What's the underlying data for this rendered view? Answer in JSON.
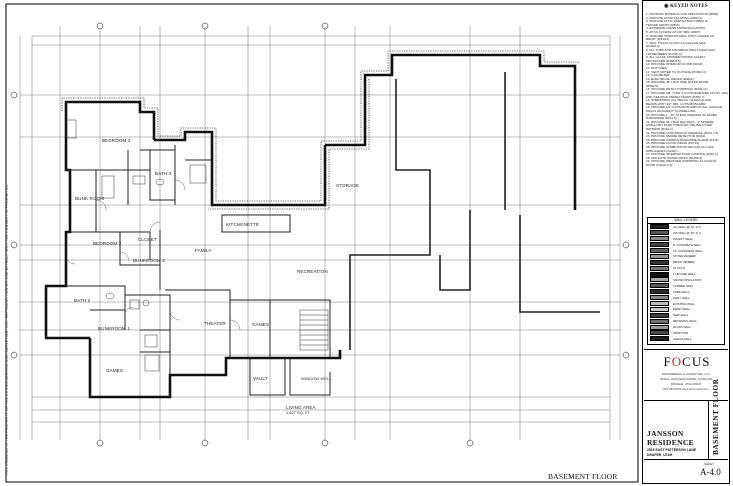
{
  "sheet": {
    "title": "BASEMENT FLOOR",
    "side_disclaimer": "THIS DRAWING IS THE PROPERTY OF FOCUS ENGINEERING AND SURVEYING, LLC. REPRODUCTION OR USE WITHOUT WRITTEN CONSENT IS PROHIBITED."
  },
  "plan": {
    "rooms": {
      "bedroom3": "BEDROOM 3",
      "bath3": "BATH 3",
      "bunk_room": "BUNK ROOM",
      "bedroom2": "BEDROOM 2",
      "bunkroom2": "BUNKROOM 2",
      "closet": "CLOSET",
      "bath2": "BATH 2",
      "bunkroom1": "BUNKROOM 1",
      "family": "FAMILY",
      "kitchenette": "KITCHENETTE",
      "storage": "STORAGE",
      "recreation": "RECREATION",
      "theater": "THEATER",
      "games_left": "GAMES",
      "games_center": "GAMES",
      "vault": "VAULT",
      "window_well": "WINDOW WELL",
      "living_area": "LIVING AREA",
      "living_area_sf": "1,827 SQ. FT."
    }
  },
  "keyed_notes": {
    "heading": "KEYED NOTES",
    "items": [
      "1. ROOFING MATERIAL AND APPLICATION (R905)",
      "2. PROVIDE ROOF FLASHING (R903.2)",
      "3. PROVIDE ATTIC VENTILATION (R806) w/",
      "   TESTED VENTS (R806)",
      "4. EXTERIOR FINISH MATERIALS (R703)",
      "5. ATTIC ACCESS 22\"x30\" MIN. (R807)",
      "6. PROVIDE WINDOW WELL WITH LADDER AS",
      "   REQ'D. (R310.2)",
      "7. MAX. TOILET FLUSH 1.6 GALLON MAX.",
      "   (P2903.2)",
      "8. ALL TUBS AND SHOWERS SHALL HAVE MAX.",
      "   120 DEGREES (P2708.4)",
      "9. ALL GLASS SHOWER DOORS SAFETY",
      "   PROTECTED (R308.4.5)",
      "10. PROVIDE INTERIOR FLOOR DRAIN",
      "11. NOT USED",
      "12. VENT DRYER TO OUTSIDE (M1502.4)",
      "13. GAS METER",
      "14. ELECTRICAL METER (E3601)",
      "15. PROVIDE 48\" HIGH FIRE RATED DOOR",
      "   (R302.5)",
      "16. PROVIDE DRAFT STOPPING (R302.12)",
      "17. PROVIDE 5/8\" TYPE X GYPSUM BOARD ON ALL WALLS",
      "   AND CEILINGS UNDER STAIRS (R302.7)",
      "18. SHEETROCK ALL WALLS, CEILINGS AND",
      "   BEAMS WITH 1/2\" MIN. GYPSUM BOARD",
      "19. PROVIDE 1/2\" GYPSUM BOARD AT ALL GARAGE",
      "   WALLS ADJACENT TO DWELLING",
      "20. PROVIDE 1 - 36\" CLEAR OPENING W/ LEVER",
      "   HARDWARE (R311.2)",
      "21. PROVIDE 36\" HIGH RAILINGS - 4\" SPHERE",
      "   SHALL NOT PASS THROUGH THE BALUSTER",
      "   PATTERN (R312.1)",
      "22. PROVIDE CONTINUOUS HANDRAIL (R311.7.8)",
      "23. PROVIDE SMOKE DETECTOR (R314)",
      "24. PROVIDE CARBON MONOXIDE ALARM (R315)",
      "25. PROVIDE FLOOR DRAIN (P2719)",
      "26. PROVIDE COMBUSTION AIR FOR ALL GAS",
      "   APPLIANCES (G2407)",
      "27. PROVIDE INTERIOR FOOD LANDING (R311.3)",
      "28. INSULATE WATER PIPES (N1103.5)",
      "29. PROVIDE WEATHER STRIPPING AT ACCESS",
      "   DOOR (N1102.4.4)"
    ]
  },
  "legend": {
    "title": "WALL LEGEND",
    "entries": [
      {
        "label": "2x4 WALL @ 16\" O.C.",
        "color": "#222222"
      },
      {
        "label": "2x6 WALL @ 16\" O.C.",
        "color": "#555555"
      },
      {
        "label": "2x6 EXT. WALL",
        "color": "#888888"
      },
      {
        "label": "8\" CONCRETE WALL",
        "color": "#444444"
      },
      {
        "label": "10\" CONCRETE WALL",
        "color": "#666666"
      },
      {
        "label": "STONE VENEER",
        "color": "#999999"
      },
      {
        "label": "BRICK VENEER",
        "color": "#333333"
      },
      {
        "label": "STUCCO",
        "color": "#777777"
      },
      {
        "label": "1 HR FIRE WALL",
        "color": "#111111"
      },
      {
        "label": "SOUND INSULATION",
        "color": "#aaaaaa"
      },
      {
        "label": "FURRED WALL",
        "color": "#5a5a5a"
      },
      {
        "label": "KNEE WALL",
        "color": "#2b2b2b"
      },
      {
        "label": "PONY WALL",
        "color": "#8a8a8a"
      },
      {
        "label": "EXISTING WALL",
        "color": "#bbbbbb"
      },
      {
        "label": "DEMO WALL",
        "color": "#c8c8c8"
      },
      {
        "label": "NEW WALL",
        "color": "#3c3c3c"
      },
      {
        "label": "RETAINING WALL",
        "color": "#6d6d6d"
      },
      {
        "label": "GLASS WALL",
        "color": "#9d9d9d"
      },
      {
        "label": "PARTITION",
        "color": "#4a4a4a"
      },
      {
        "label": "SHEAR WALL",
        "color": "#1d1d1d"
      }
    ]
  },
  "firm": {
    "name_pre": "F",
    "name_o": "O",
    "name_post": "CUS",
    "line1": "ENGINEERING & SURVEYING, LLC",
    "line2": "6949 S. HIGH TECH DRIVE, SUITE 200",
    "line3": "MIDVALE, UTAH 84047",
    "line4": "801.352.0075   www.focus-utah.com"
  },
  "project": {
    "name_line1": "JANSSON",
    "name_line2": "RESIDENCE",
    "address": "2519 EAST PATTERSON LANE",
    "city": "DRAPER, UTAH",
    "vertical_title": "BASEMENT FLOOR",
    "sheet_label": "SHEET",
    "sheet_number": "A-4.0"
  }
}
